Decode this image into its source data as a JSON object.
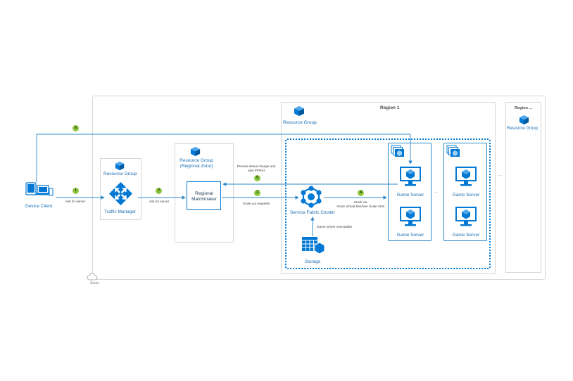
{
  "colors": {
    "accent": "#0078d4",
    "line": "#2a87c8",
    "badge": "#8cc63f",
    "frame": "#d0d0d0"
  },
  "labels": {
    "region1": "Region 1",
    "region_n": "Region ...",
    "resource_group": "Resource Group",
    "resource_group_regional_1": "Resource Group",
    "resource_group_regional_2": "(Regional Zone)",
    "device_client": "Device Client",
    "traffic_manager": "Traffic Manager",
    "regional_matchmaker_1": "Regional",
    "regional_matchmaker_2": "Matchmaker",
    "service_fabric_cluster": "Service Fabric Cluster",
    "storage": "Storage",
    "game_server": "Game Server",
    "ellipsis": "...",
    "azure": "Azure"
  },
  "steps": {
    "s1": "1",
    "s2": "2",
    "s3": "3",
    "s4": "4",
    "s5": "5",
    "s6": "6"
  },
  "notes": {
    "ask_for_server_1": "Ask for server",
    "ask_for_server_2": "Ask for server",
    "status_1": "Provide status change and",
    "status_2": "also IP/Port",
    "scale_out": "Scale out requests",
    "scale_via_1": "Scale via",
    "scale_via_2": "Azure Virtual Machine Scale Sets",
    "executable": "Game server executable"
  },
  "icons": [
    "resource-group-icon",
    "device-client-icon",
    "traffic-manager-icon",
    "service-fabric-icon",
    "storage-icon",
    "game-server-icon",
    "vm-stack-icon",
    "cloud-icon"
  ]
}
